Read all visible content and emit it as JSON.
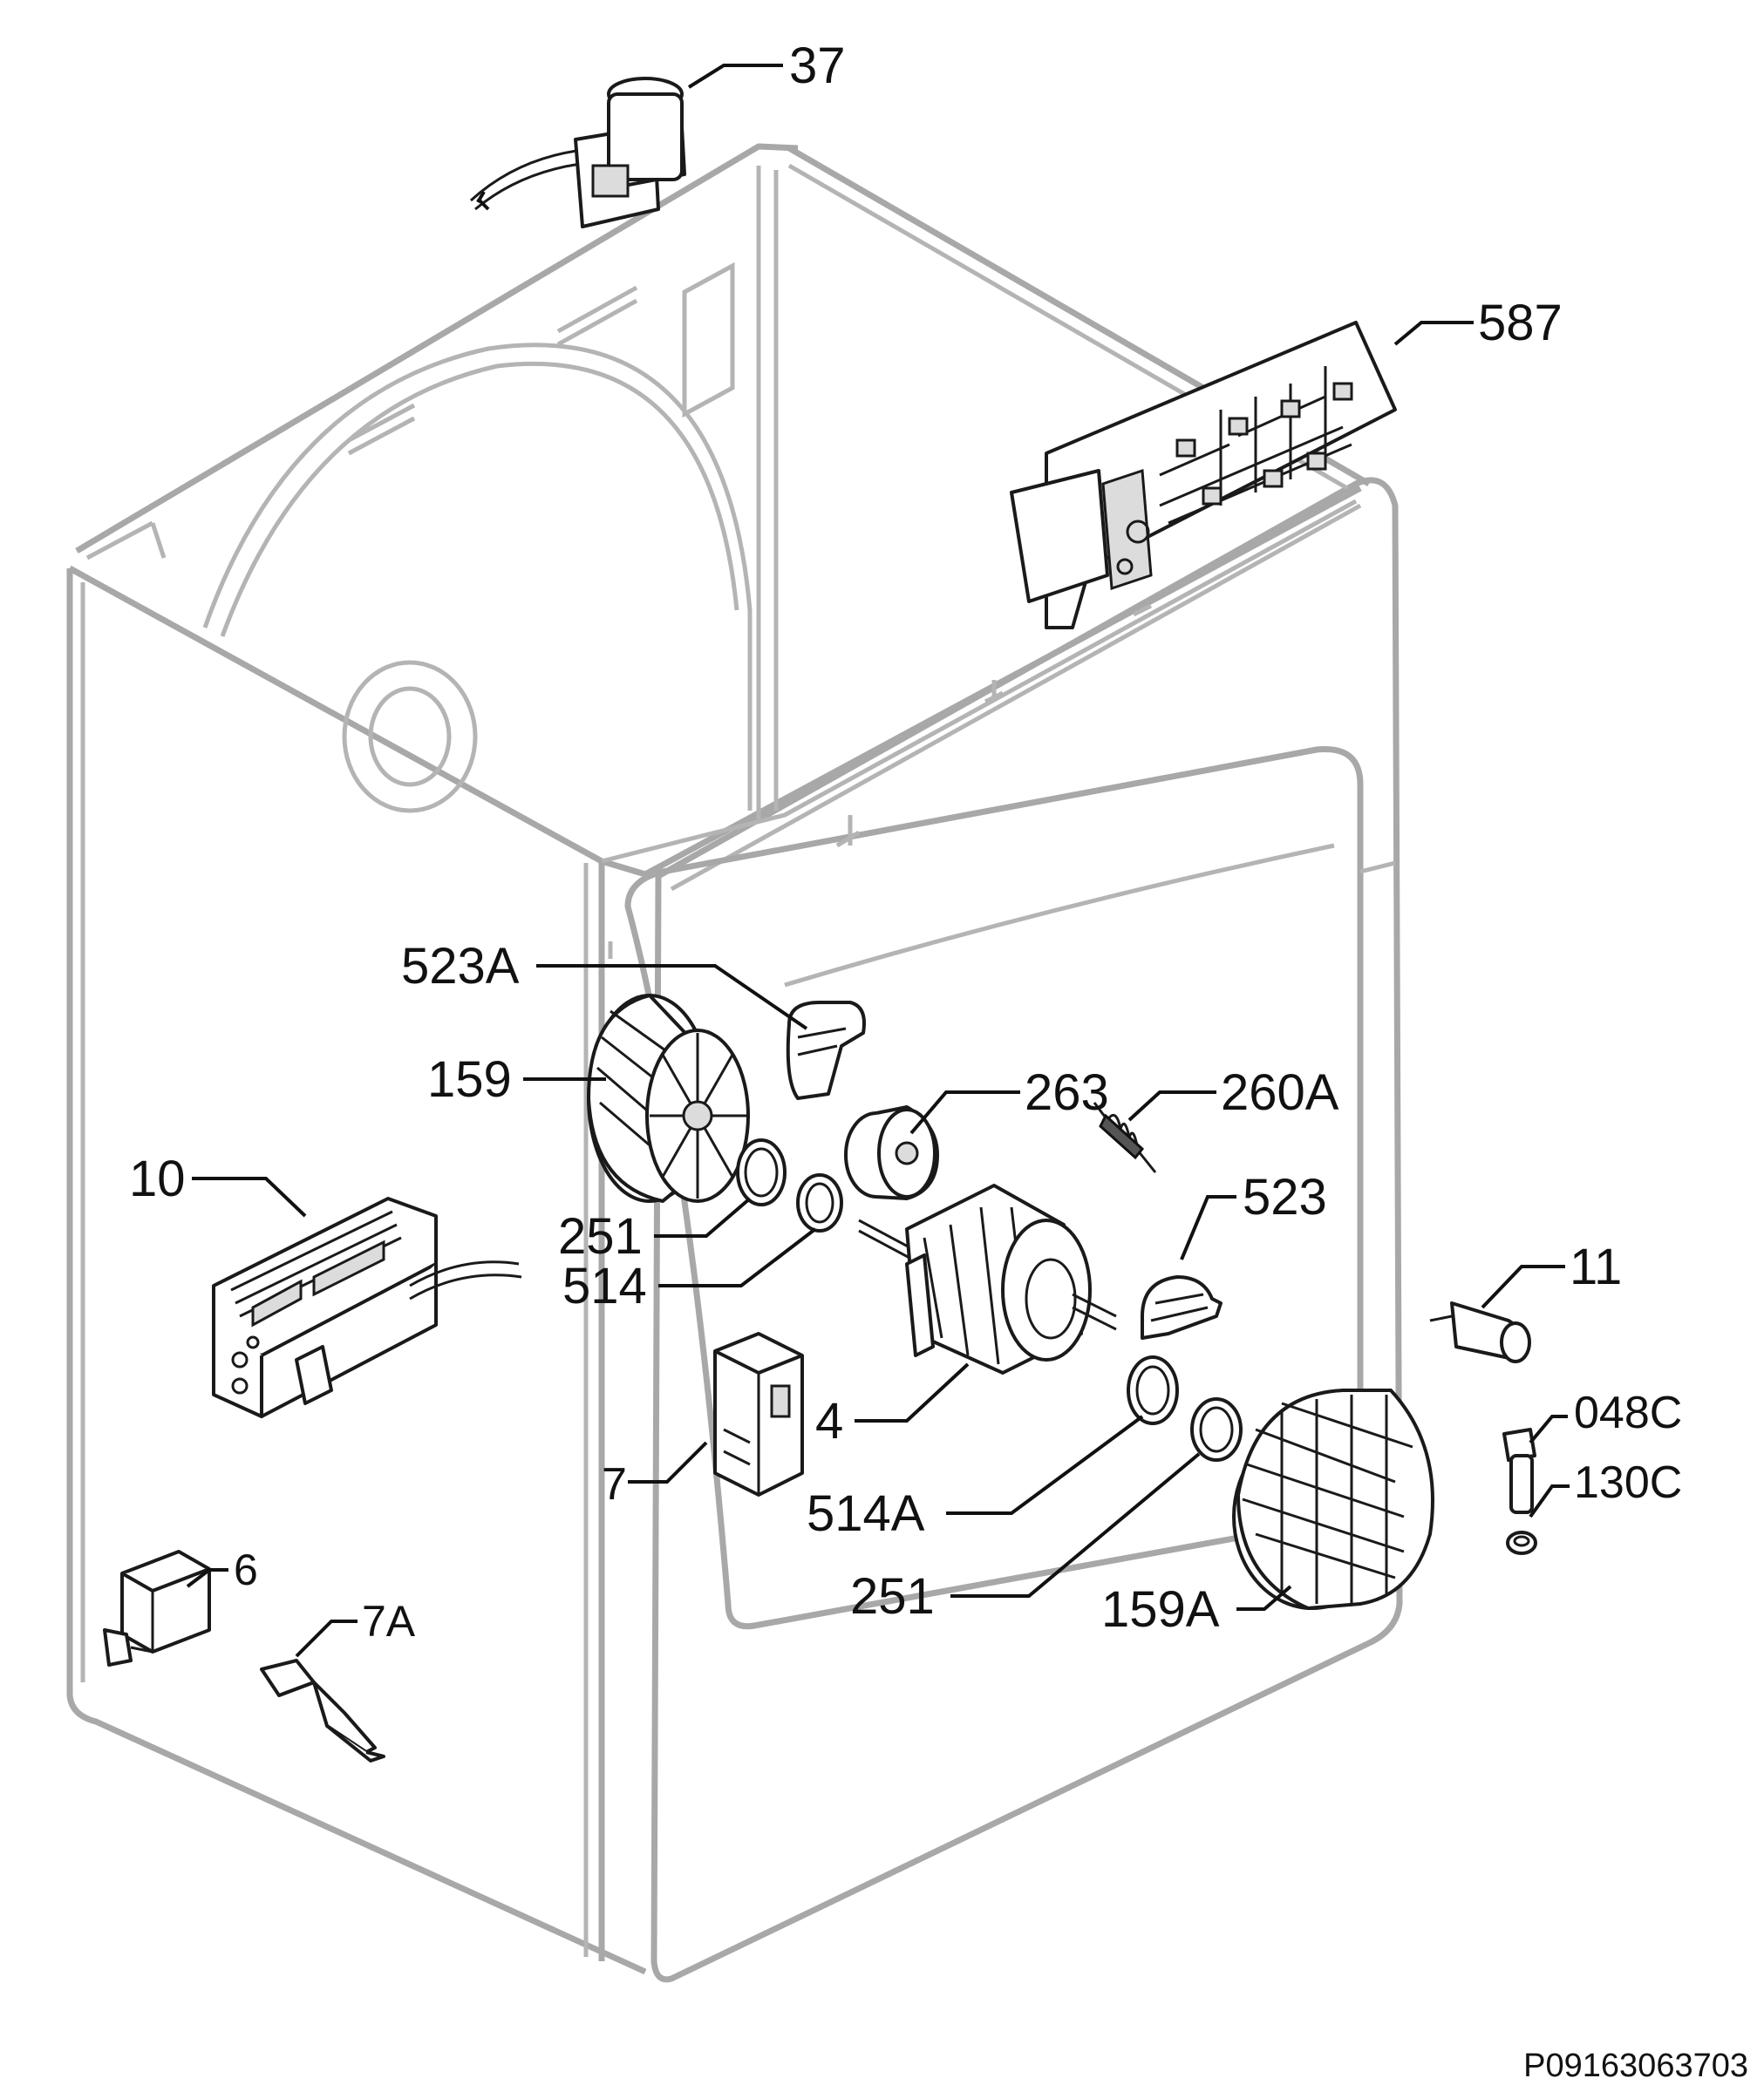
{
  "diagram": {
    "code": "P09163063703",
    "labels": {
      "l37": "37",
      "l587": "587",
      "l523A": "523A",
      "l159": "159",
      "l263": "263",
      "l260A": "260A",
      "l10": "10",
      "l251a": "251",
      "l514": "514",
      "l523": "523",
      "l11": "11",
      "l4": "4",
      "l048C": "048C",
      "l7": "7",
      "l514A": "514A",
      "l130C": "130C",
      "l6": "6",
      "l251b": "251",
      "l159A": "159A",
      "l7A": "7A"
    }
  }
}
